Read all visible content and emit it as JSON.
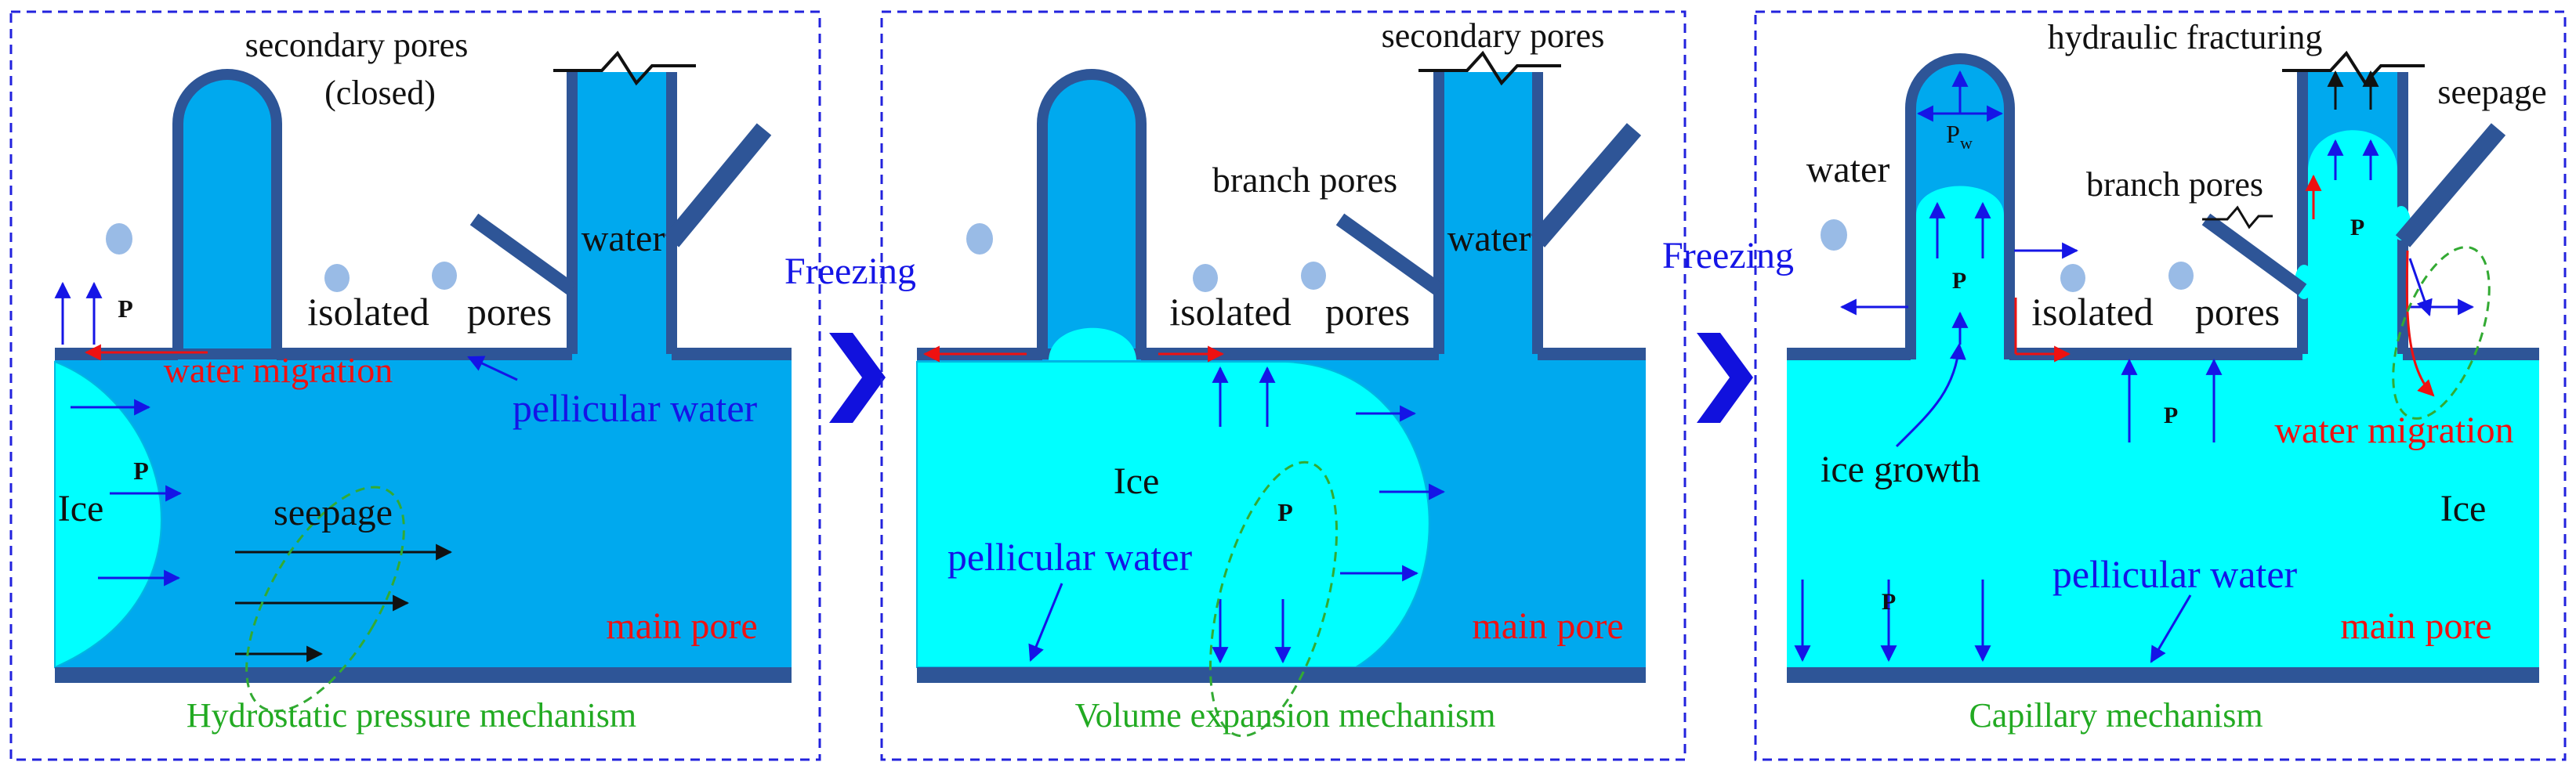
{
  "freezing_label": "Freezing",
  "panels": [
    {
      "caption": "Hydrostatic pressure mechanism",
      "labels": {
        "secondary_pores_line1": "secondary pores",
        "secondary_pores_line2": "(closed)",
        "water": "water",
        "isolated": "isolated",
        "pores": "pores",
        "water_migration": "water migration",
        "pellicular_water": "pellicular water",
        "ice": "Ice",
        "seepage": "seepage",
        "main_pore": "main pore",
        "p1": "P",
        "p2": "P"
      }
    },
    {
      "caption": "Volume expansion mechanism",
      "labels": {
        "secondary_pores": "secondary pores",
        "branch_pores": "branch pores",
        "water": "water",
        "isolated": "isolated",
        "pores": "pores",
        "ice": "Ice",
        "pellicular_water": "pellicular water",
        "main_pore": "main pore",
        "p1": "P"
      }
    },
    {
      "caption": "Capillary mechanism",
      "labels": {
        "hydraulic_fracturing": "hydraulic fracturing",
        "seepage": "seepage",
        "water": "water",
        "pw": "P",
        "pw_sub": "w",
        "branch_pores": "branch pores",
        "isolated": "isolated",
        "pores": "pores",
        "p_left": "P",
        "p_right": "P",
        "p_mid": "P",
        "water_migration": "water migration",
        "ice_growth": "ice growth",
        "ice": "Ice",
        "pellicular_water": "pellicular water",
        "main_pore": "main pore",
        "p_bottom": "P"
      }
    }
  ],
  "colors": {
    "water": "#00A9EE",
    "ice": "#00FFFF",
    "wall": "#2E5597",
    "frame": "#2222DD",
    "arrow_blue": "#1515E6",
    "arrow_red": "#EE1111",
    "caption_green": "#22AA22",
    "dashed_ellipse": "#33AA33",
    "chevron": "#1111DD",
    "bubble": "#99BBE6"
  }
}
